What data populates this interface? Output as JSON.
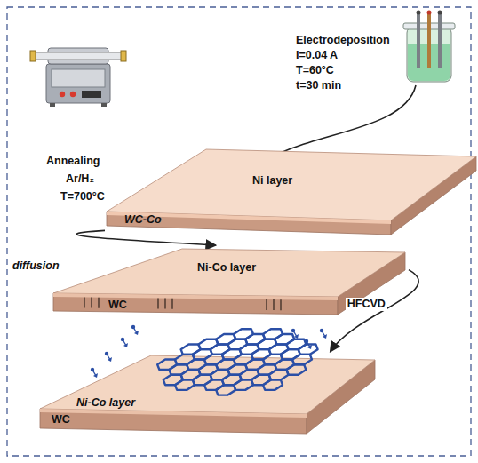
{
  "diagram": {
    "nodes": [
      {
        "text": [
          "Ni layer",
          "WC-Co"
        ]
      },
      {
        "text": [
          "diffusion",
          "Ni-Co layer",
          "WC"
        ]
      },
      {
        "text": [
          "Ni-Co layer",
          "WC"
        ]
      }
    ],
    "edges": [
      {
        "from": 0,
        "to": 1,
        "arrow": "to"
      },
      {
        "from": 1,
        "to": 2,
        "arrow": "to",
        "label": "HFCVD"
      }
    ],
    "labels": [
      "Electrodeposition",
      "I=0.04 A",
      "T=60°C",
      "t=30 min",
      "Annealing",
      "Ar/H₂",
      "T=700°C"
    ]
  }
}
